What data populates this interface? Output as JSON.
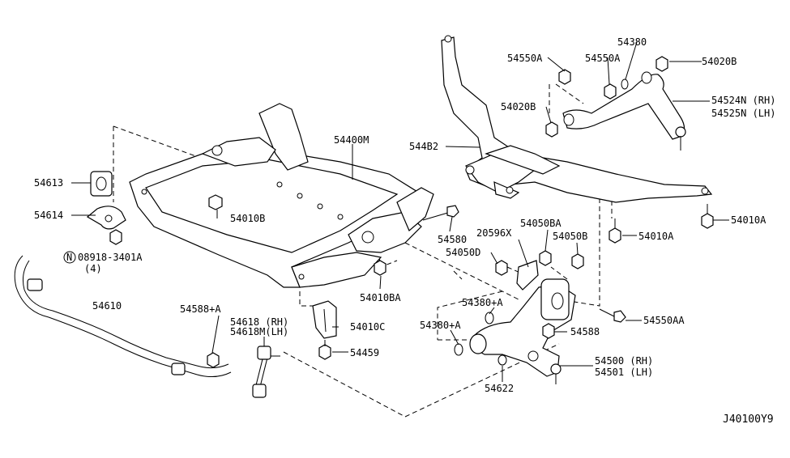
{
  "diagram_id": "J40100Y9",
  "labels": {
    "p54550A_1": "54550A",
    "p54550A_2": "54550A",
    "p54380": "54380",
    "p54020B_1": "54020B",
    "p54524N": "54524N (RH)",
    "p54525N": "54525N (LH)",
    "p54020B_2": "54020B",
    "p54482": "544B2",
    "p54400M": "54400M",
    "p54613": "54613",
    "p54614": "54614",
    "p54010B": "54010B",
    "p08918": "08918-3401A",
    "p08918_qty": "(4)",
    "p54610": "54610",
    "p54588A_1": "54588+A",
    "p54618": "54618 (RH)",
    "p54618M": "54618M(LH)",
    "p54010C": "54010C",
    "p54459": "54459",
    "p54010BA_1": "54010BA",
    "p54580": "54580",
    "p20596X": "20596X",
    "p54050BA": "54050BA",
    "p54050B": "54050B",
    "p54050D": "54050D",
    "p54010A_1": "54010A",
    "p54010A_2": "54010A",
    "p54380A_1": "54380+A",
    "p54380A_2": "54380+A",
    "p54588": "54588",
    "p54550AA": "54550AA",
    "p54500": "54500 (RH)",
    "p54501": "54501 (LH)",
    "p54622": "54622"
  }
}
